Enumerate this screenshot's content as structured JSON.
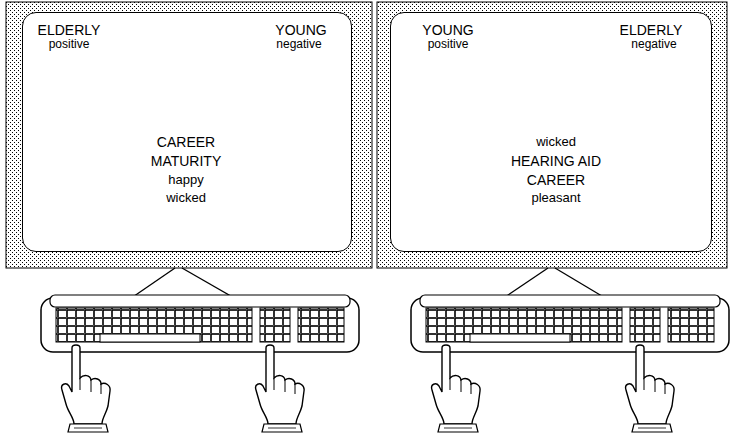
{
  "diagram": {
    "nodes": [
      {
        "text": [
          "ELDERLY",
          "positive",
          "YOUNG",
          "negative",
          "CAREER",
          "MATURITY",
          "happy",
          "wicked"
        ]
      },
      {
        "text": [
          "YOUNG",
          "positive",
          "ELDERLY",
          "negative",
          "wicked",
          "HEARING AID",
          "CAREER",
          "pleasant"
        ]
      }
    ]
  }
}
